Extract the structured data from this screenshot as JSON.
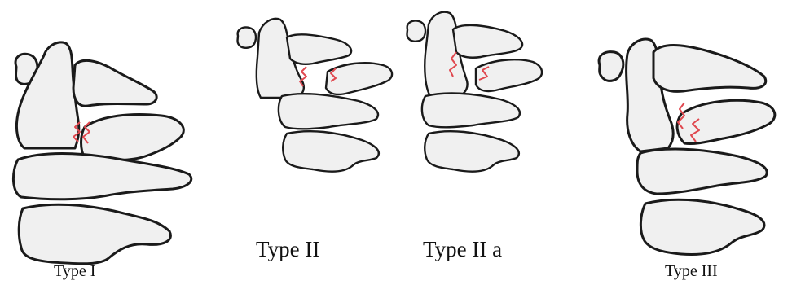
{
  "figure": {
    "labels": [
      "Type I",
      "Type II",
      "Type II a",
      "Type III"
    ],
    "colors": {
      "bone_fill": "#f0f0f0",
      "outline": "#1a1a1a",
      "fracture_line": "#e0484f",
      "background": "#ffffff"
    }
  }
}
